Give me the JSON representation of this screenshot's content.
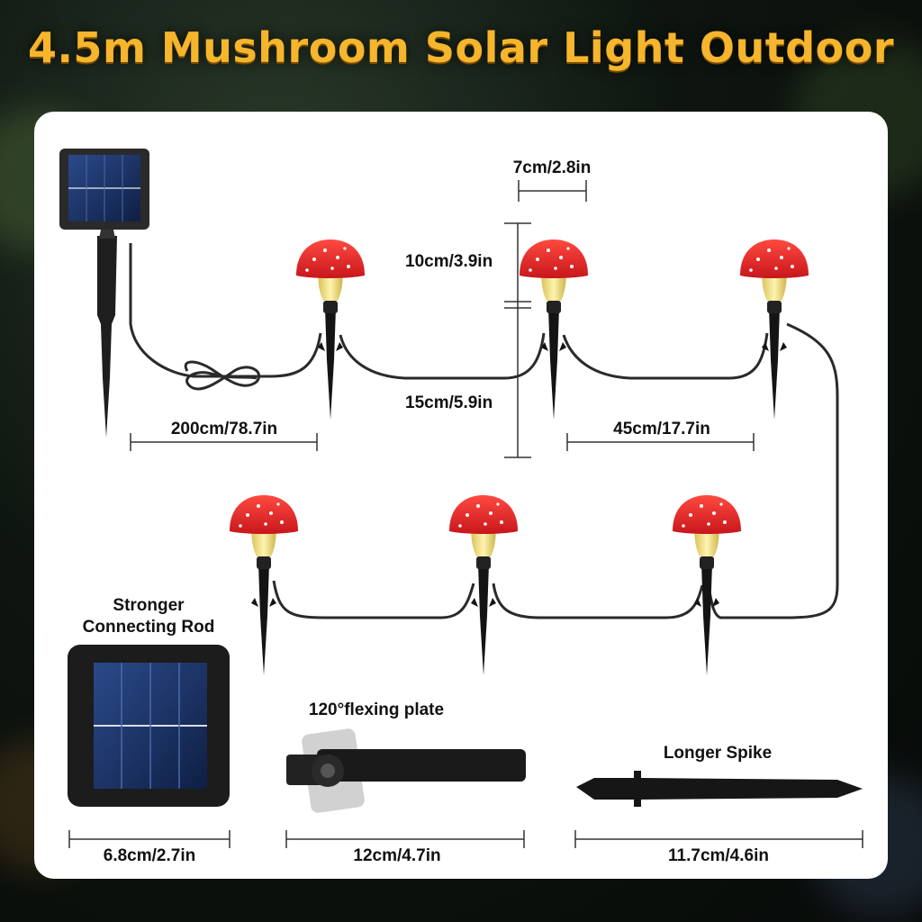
{
  "title": "4.5m Mushroom Solar Light Outdoor",
  "dims": {
    "cap_width": "7cm/2.8in",
    "cap_height": "10cm/3.9in",
    "stake_height": "15cm/5.9in",
    "lead_cable": "200cm/78.7in",
    "spacing": "45cm/17.7in",
    "panel_size": "6.8cm/2.7in",
    "rod_length": "12cm/4.7in",
    "spike_length": "11.7cm/4.6in"
  },
  "labels": {
    "rod_line1": "Stronger",
    "rod_line2": "Connecting Rod",
    "flex_plate": "120°flexing plate",
    "spike": "Longer Spike"
  },
  "colors": {
    "title": "#f5b52c",
    "cap": "#e8262c",
    "stem": "#efe08a",
    "stake": "#1a1a1a",
    "panel": "#1b2d5a"
  },
  "mushroom_count": 6
}
